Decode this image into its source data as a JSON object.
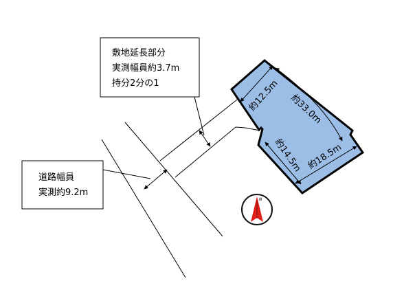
{
  "callouts": {
    "extension": {
      "line1": "敷地延長部分",
      "line2": "実測幅員約3.7m",
      "line3": "持分2分の1"
    },
    "road": {
      "line1": "道路幅員",
      "line2": "実測約9.2m"
    }
  },
  "dimensions": {
    "top_edge": "約12.5m",
    "diagonal": "約33.0m",
    "left_edge": "約14.5m",
    "bottom_edge": "約18.5m"
  },
  "compass": {
    "north_letter": "N",
    "colors": {
      "ring": "#111111",
      "needle": "#e0201a"
    }
  },
  "colors": {
    "plot_fill": "#9bbde6",
    "plot_stroke": "#000000",
    "line": "#000000"
  }
}
